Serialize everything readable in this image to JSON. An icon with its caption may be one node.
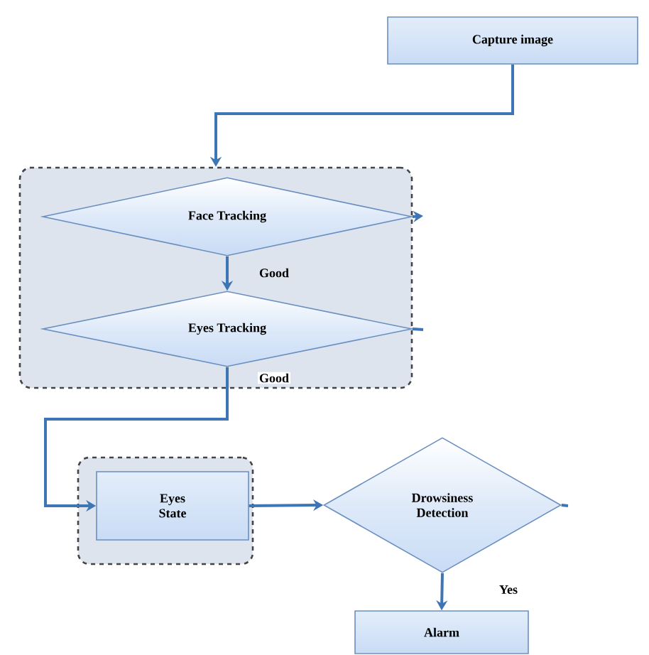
{
  "diagram": {
    "nodes": [
      {
        "text": [
          "Capture image"
        ]
      },
      {
        "text": [],
        "shape": "box"
      },
      {
        "text": [
          "Face Tracking"
        ],
        "in": 1
      },
      {
        "text": [
          "Eyes Tracking"
        ],
        "in": 1
      },
      {
        "text": [],
        "shape": "box"
      },
      {
        "text": [
          "Eyes State"
        ],
        "in": 4
      },
      {
        "text": [
          "Drowsiness Detection"
        ]
      },
      {
        "text": [
          "Alarm"
        ]
      }
    ],
    "edges": [
      {
        "from": 0,
        "to": 1,
        "arrow": "to"
      },
      {
        "from": 2,
        "to": 3,
        "arrow": "to",
        "label": "Good"
      },
      {
        "from": 3,
        "to": 5,
        "arrow": "to",
        "label": "Good"
      },
      {
        "from": 5,
        "to": 6,
        "arrow": "to"
      },
      {
        "from": 6,
        "to": 7,
        "arrow": "to",
        "label": "Yes"
      },
      {
        "from": 2,
        "to": null,
        "arrow": "to"
      },
      {
        "from": 3,
        "to": null,
        "arrow": "none"
      },
      {
        "from": 6,
        "to": null,
        "arrow": "none"
      }
    ]
  }
}
